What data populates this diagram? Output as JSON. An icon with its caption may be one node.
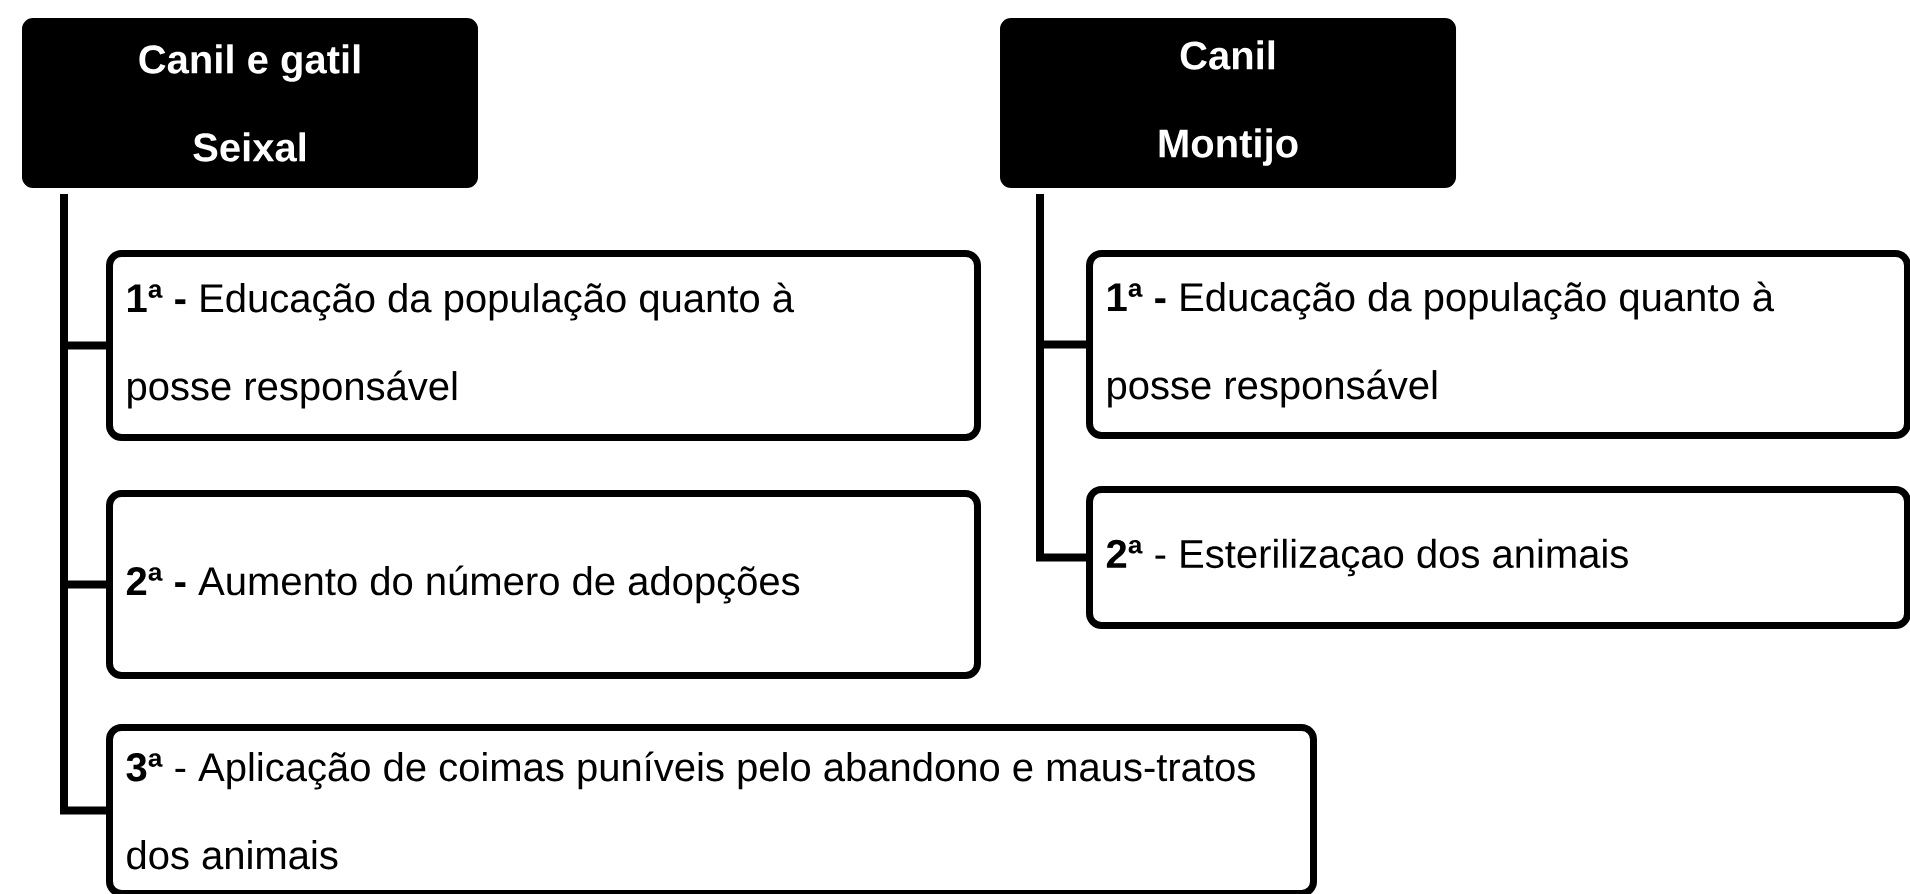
{
  "diagram": {
    "nodes": [
      {
        "text": [
          "Canil e gatil Seixal"
        ]
      },
      {
        "text": [
          "**1ª -** Educação da população quanto à posse responsável"
        ]
      },
      {
        "text": [
          "**2ª -** Aumento do número de adopções"
        ]
      },
      {
        "text": [
          "**3ª** - Aplicação de coimas puníveis pelo abandono e maus-tratos dos animais"
        ]
      },
      {
        "text": [
          "Canil Montijo"
        ]
      },
      {
        "text": [
          "**1ª -** Educação da população quanto à posse responsável"
        ]
      },
      {
        "text": [
          "**2ª** - Esterilizaçao dos animais"
        ]
      }
    ],
    "edges": [
      {
        "from": 0,
        "to": 1,
        "arrow": "none"
      },
      {
        "from": 0,
        "to": 2,
        "arrow": "none"
      },
      {
        "from": 0,
        "to": 3,
        "arrow": "none"
      },
      {
        "from": 4,
        "to": 5,
        "arrow": "none"
      },
      {
        "from": 4,
        "to": 6,
        "arrow": "none"
      }
    ]
  }
}
